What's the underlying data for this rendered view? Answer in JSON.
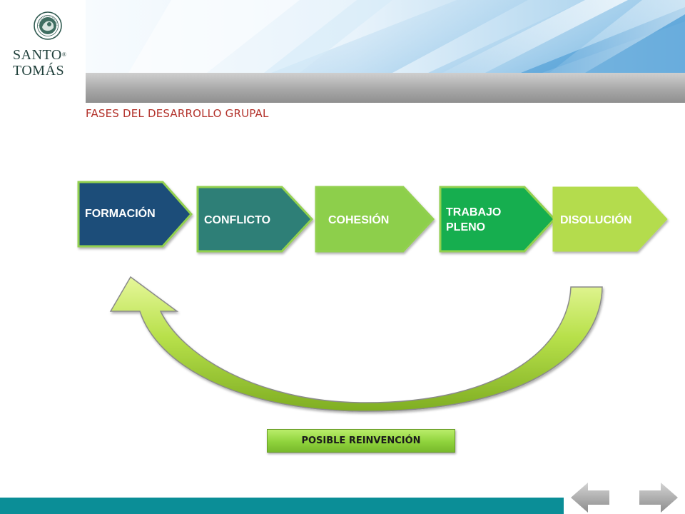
{
  "logo": {
    "line1": "SANTO",
    "registered": "®",
    "line2": "TOMÁS"
  },
  "slide": {
    "title": "FASES DEL DESARROLLO GRUPAL"
  },
  "phases": [
    {
      "label": "FORMACIÓN",
      "color": "#1f4e79"
    },
    {
      "label": "CONFLICTO",
      "color": "#2e7f77"
    },
    {
      "label": "COHESIÓN",
      "color": "#8dcf4c"
    },
    {
      "label": "TRABAJO\nPLENO",
      "color": "#16ae4f"
    },
    {
      "label": "DISOLUCIÓN",
      "color": "#b4dc4e"
    }
  ],
  "reinvention": {
    "label": "POSIBLE REINVENCIÓN",
    "color": "#8fd33c"
  },
  "colors": {
    "phase_border": "#92d050",
    "title": "#b3322b",
    "footer": "#0b8e97",
    "header_blue": "#2a86c9",
    "arrow_light": "#d7f27b",
    "arrow_dark": "#7fae22"
  },
  "navigation": {
    "prev_icon": "arrow-left-icon",
    "next_icon": "arrow-right-icon"
  }
}
